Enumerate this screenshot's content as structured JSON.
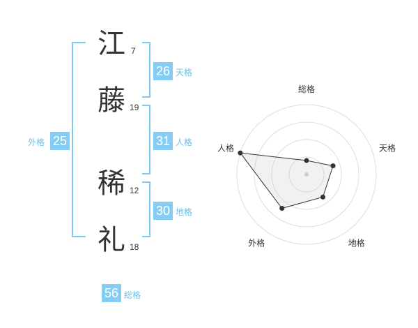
{
  "name": {
    "chars": [
      {
        "char": "江",
        "strokes": "7"
      },
      {
        "char": "藤",
        "strokes": "19"
      },
      {
        "char": "稀",
        "strokes": "12"
      },
      {
        "char": "礼",
        "strokes": "18"
      }
    ]
  },
  "fortune": {
    "tenkaku": {
      "value": "26",
      "label": "天格"
    },
    "jinkaku": {
      "value": "31",
      "label": "人格"
    },
    "chikaku": {
      "value": "30",
      "label": "地格"
    },
    "gaikaku": {
      "value": "25",
      "label": "外格"
    },
    "soukaku": {
      "value": "56",
      "label": "総格"
    }
  },
  "colors": {
    "accent": "#85cdf4",
    "bracket": "#7ccaf3",
    "label": "#6dbfe8",
    "text": "#333333"
  },
  "chart_data": {
    "type": "radar",
    "axes": [
      "総格",
      "天格",
      "地格",
      "外格",
      "人格"
    ],
    "max": 5,
    "rings": 4,
    "values": [
      1,
      2,
      2,
      3,
      5
    ]
  }
}
